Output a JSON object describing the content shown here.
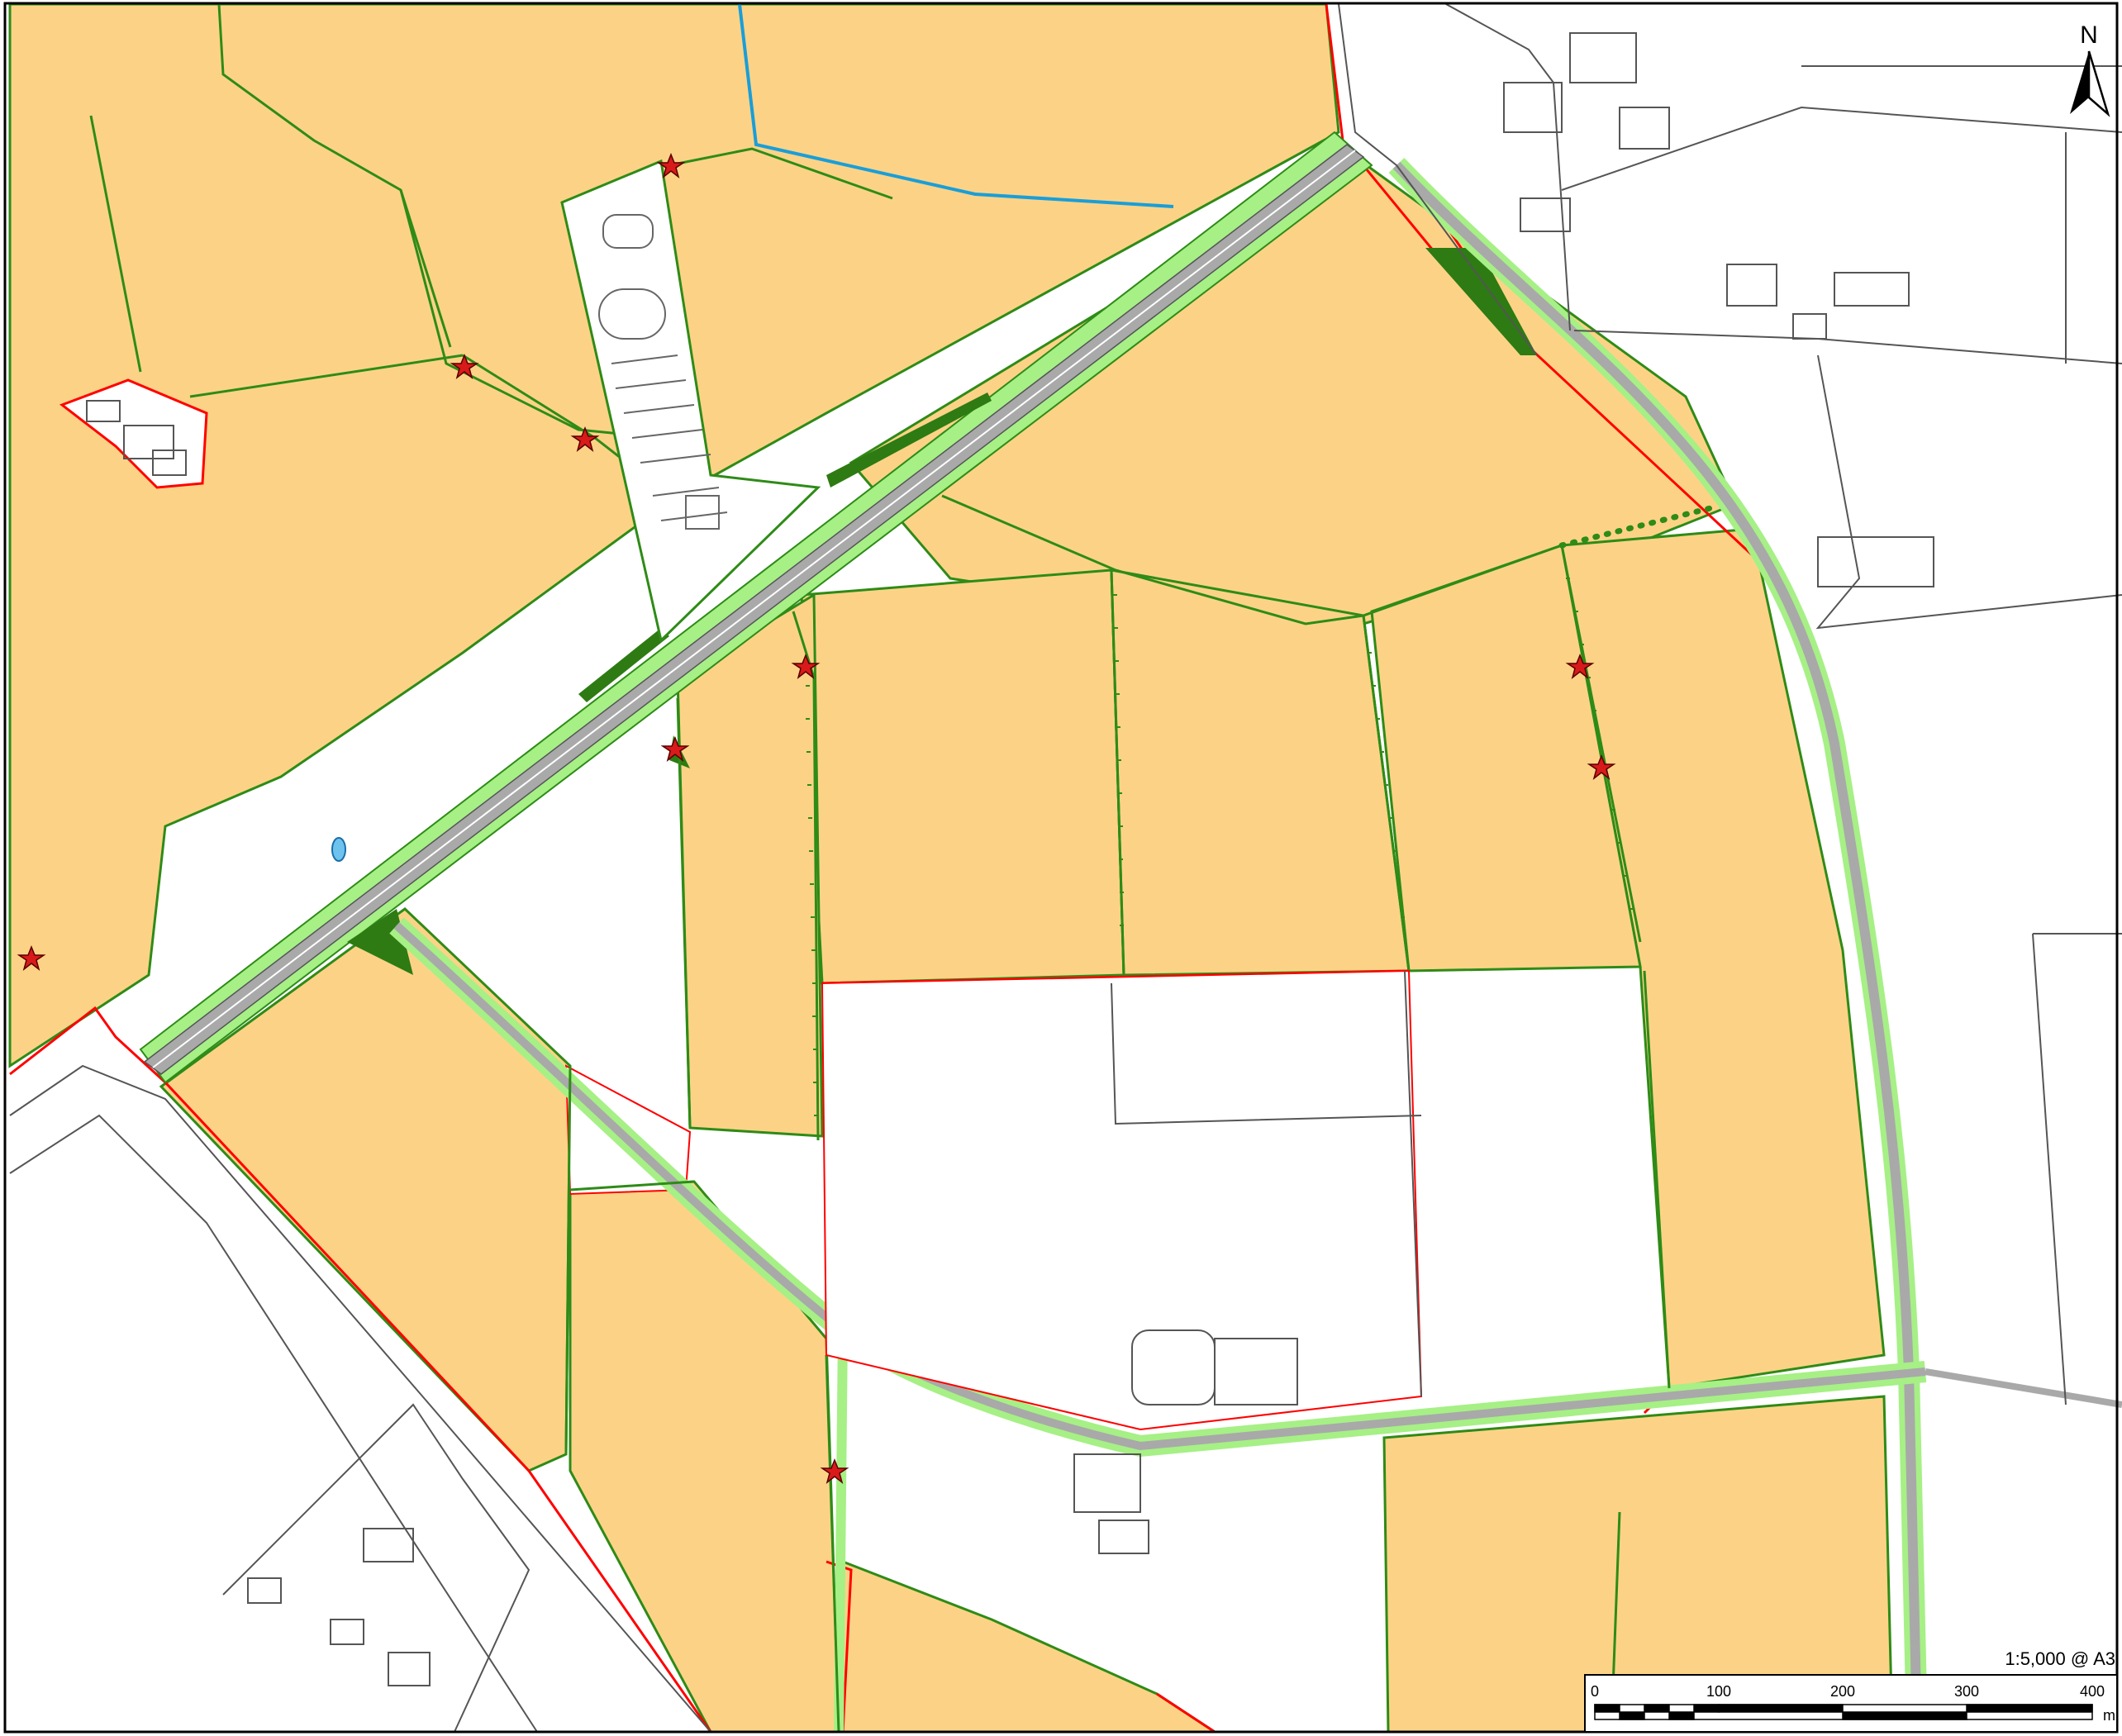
{
  "north_arrow": {
    "label": "N"
  },
  "scale": {
    "ratio_text": "1:5,000 @ A3",
    "ticks": [
      "0",
      "100",
      "200",
      "300",
      "400"
    ],
    "unit": "m"
  },
  "colors": {
    "arable_field": "#fcd386",
    "hedgerow": "#2e8b17",
    "road_verge": "#a6f086",
    "woodland": "#2d7b12",
    "road": "#a9a9a9",
    "boundary": "#ff0000",
    "watercourse": "#1a9ed8",
    "tree_marker": "#d91a1a",
    "building_outline": "#555555"
  }
}
